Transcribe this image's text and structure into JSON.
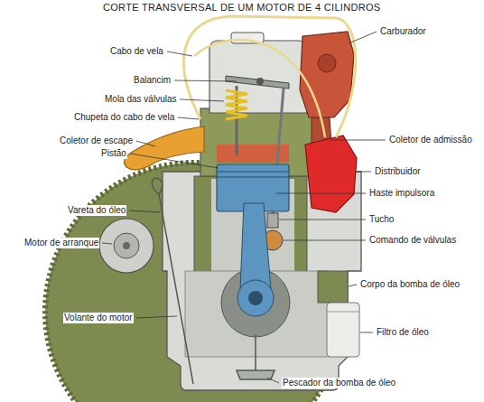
{
  "diagram": {
    "title": "CORTE TRANSVERSAL DE UM MOTOR DE 4 CILINDROS",
    "labels": [
      "Carburador",
      "Cabo de vela",
      "Balancim",
      "Mola das válvulas",
      "Chupeta do cabo de vela",
      "Coletor de admissão",
      "Coletor de escape",
      "Pistão",
      "Distribuidor",
      "Haste impulsora",
      "Vareta do óleo",
      "Tucho",
      "Comando de válvulas",
      "Motor de arranque",
      "Corpo da bomba de óleo",
      "Volante do motor",
      "Filtro de óleo",
      "Pescador da bomba de óleo"
    ]
  }
}
